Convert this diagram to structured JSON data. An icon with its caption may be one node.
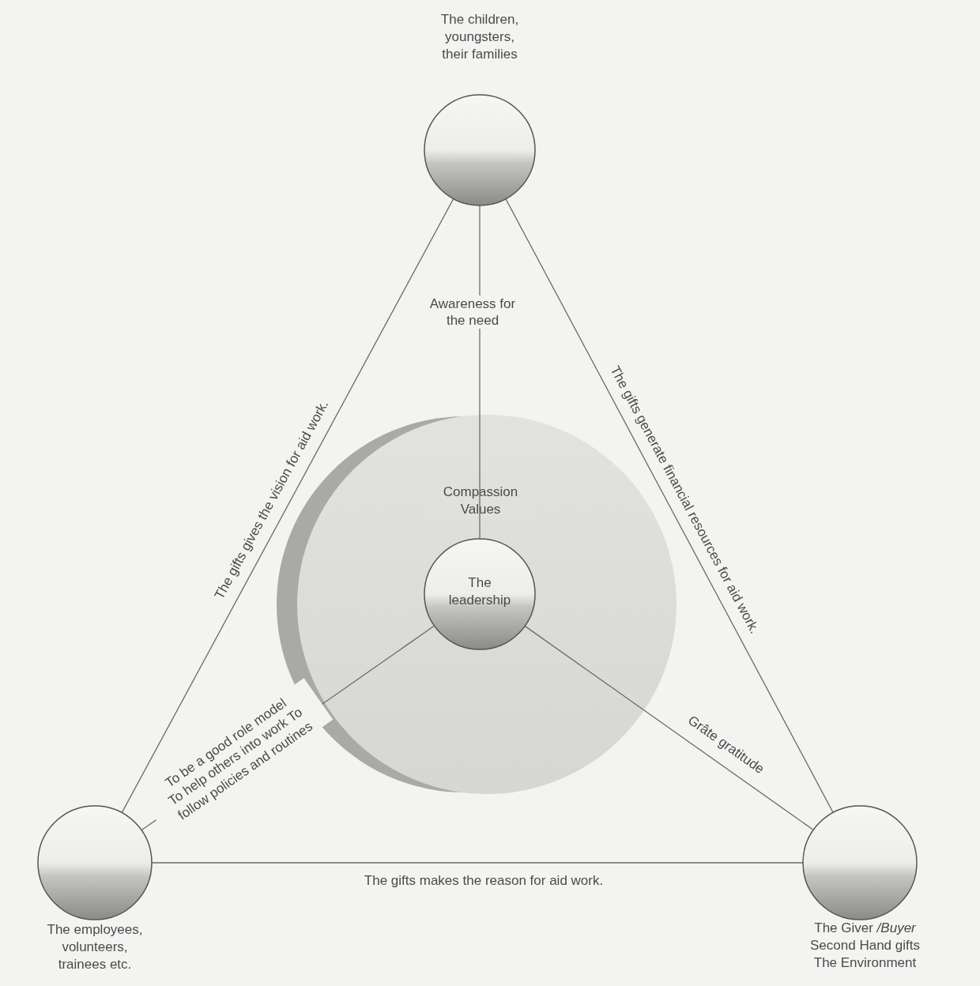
{
  "diagram": {
    "nodes": [
      {
        "text": [
          "The children, youngsters, their families"
        ]
      },
      {
        "text": [
          "The employees, volunteers, trainees etc."
        ]
      },
      {
        "text": [
          "The Giver */Buyer* Second Hand gifts The Environment"
        ]
      },
      {
        "text": [
          "Compassion Values"
        ]
      },
      {
        "text": [
          "The leadership"
        ],
        "in": 3
      }
    ],
    "edges": [
      {
        "from": 0,
        "to": 1,
        "arrow": "none",
        "label": "The gifts gives the vision for aid work."
      },
      {
        "from": 0,
        "to": 2,
        "arrow": "none",
        "label": "The gifts generate financial resources for aid work."
      },
      {
        "from": 1,
        "to": 2,
        "arrow": "none",
        "label": "The gifts makes the reason for aid work."
      },
      {
        "from": 0,
        "to": 4,
        "arrow": "none",
        "label": "Awareness for the need"
      },
      {
        "from": 4,
        "to": 1,
        "arrow": "none",
        "label": "To be a good role model To help others into work To follow policies and routines"
      },
      {
        "from": 4,
        "to": 2,
        "arrow": "none",
        "label": "Grâte gratitude"
      }
    ]
  }
}
